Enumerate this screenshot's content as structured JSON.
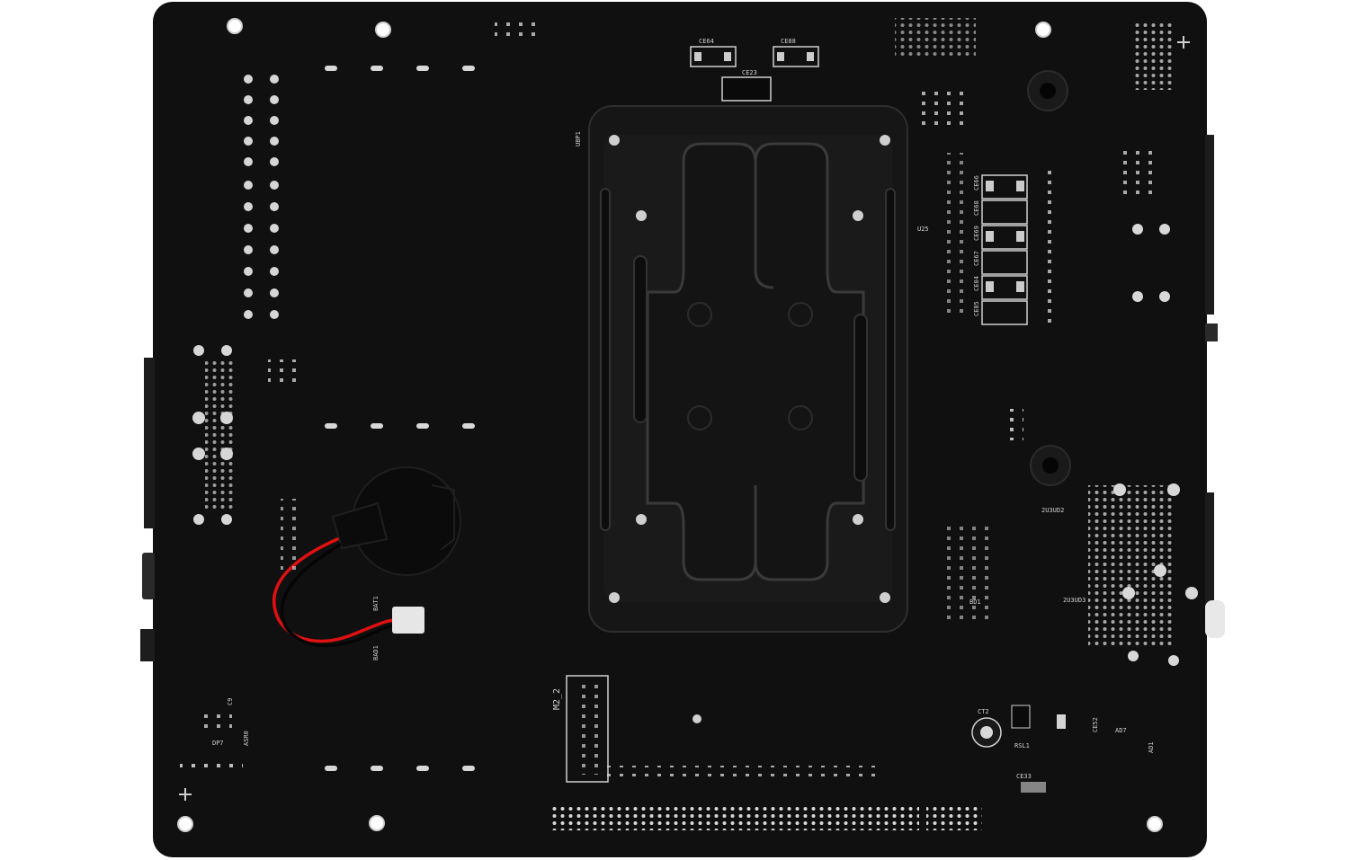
{
  "image": {
    "subject": "motherboard-rear",
    "colors": {
      "background": "#ffffff",
      "pcb": "#101010",
      "bracket": "#1b1b1b",
      "silkscreen": "#d0d0d0",
      "solder": "#e6e6e6",
      "battery_cable_red": "#e01010",
      "battery_cable_black": "#050505"
    }
  },
  "labels": {
    "ubp1": "UBP1",
    "ce64": "CE64",
    "ce88": "CE88",
    "ce23": "CE23",
    "ce66": "CE66",
    "ce68": "CE68",
    "ce69": "CE69",
    "ce67": "CE67",
    "ce84": "CE84",
    "ce85": "CE85",
    "u25": "U25",
    "bat1": "BAT1",
    "bad1": "BAD1",
    "m2_2": "M2_2",
    "dp7": "DP7",
    "c9": "C9",
    "asr0": "ASR0",
    "bd1": "BD1",
    "usb2": "2U3UD2",
    "usb3": "2U3UD3",
    "ct2": "CT2",
    "rsl1": "RSL1",
    "ce52": "CE52",
    "ce33": "CE33",
    "ad7": "AD7",
    "ad1": "AD1"
  }
}
